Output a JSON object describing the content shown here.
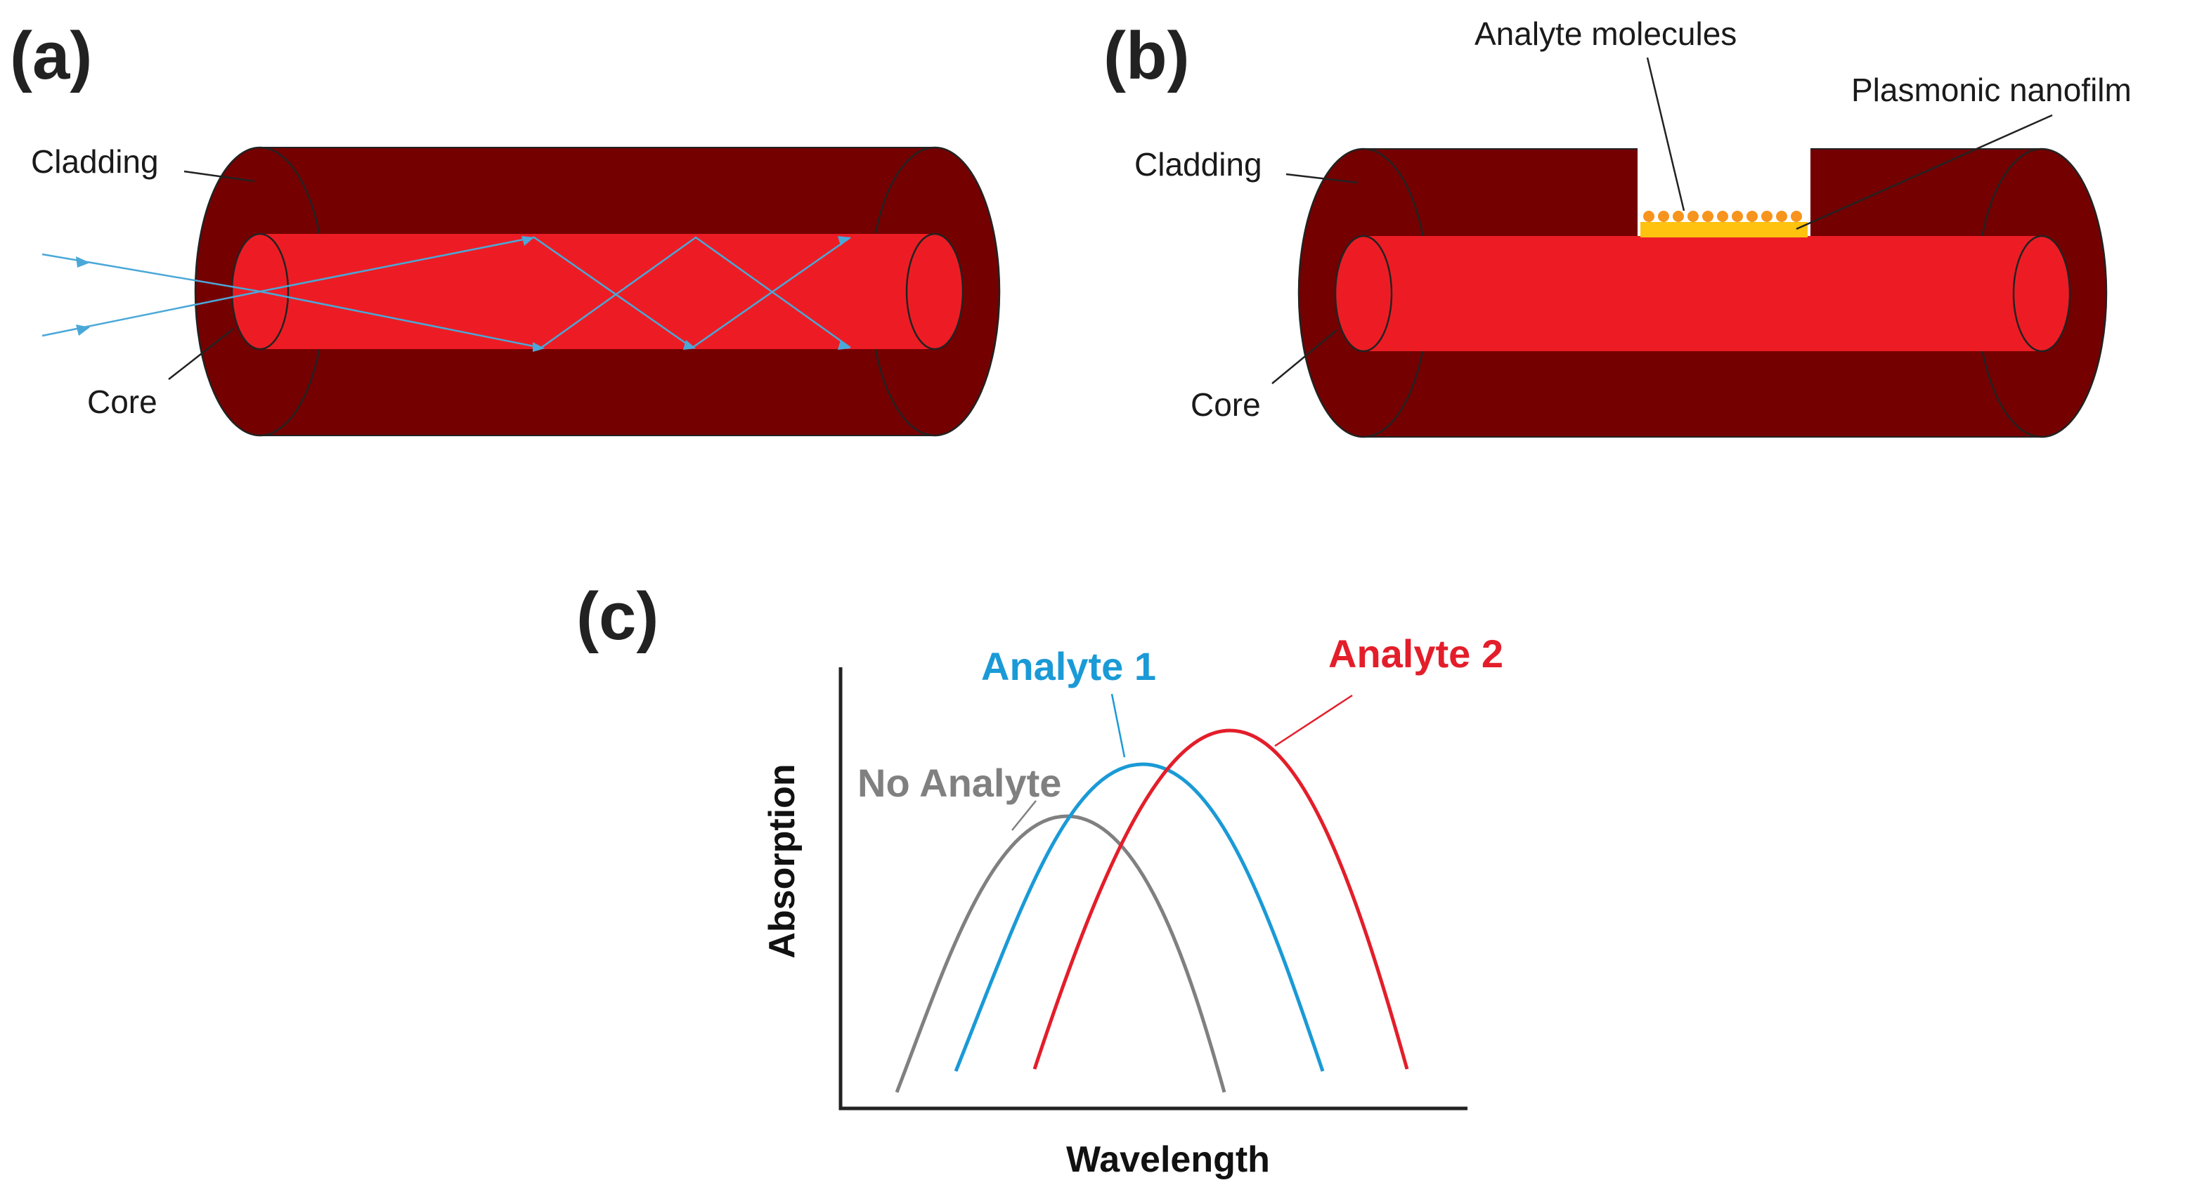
{
  "panels": {
    "a": {
      "label": "(a)",
      "cladding_label": "Cladding",
      "core_label": "Core"
    },
    "b": {
      "label": "(b)",
      "cladding_label": "Cladding",
      "core_label": "Core",
      "analyte_label": "Analyte molecules",
      "film_label": "Plasmonic nanofilm"
    },
    "c": {
      "label": "(c)",
      "xlabel": "Wavelength",
      "ylabel": "Absorption",
      "curves": [
        {
          "label": "No Analyte",
          "color": "#808080"
        },
        {
          "label": "Analyte 1",
          "color": "#1a9ad6"
        },
        {
          "label": "Analyte 2",
          "color": "#e31e2a"
        }
      ]
    }
  },
  "colors": {
    "cladding": "#750000",
    "core": "#ed1c24",
    "ray": "#4aa8d8",
    "film": "#ffc20e",
    "molecule": "#f7941d"
  }
}
